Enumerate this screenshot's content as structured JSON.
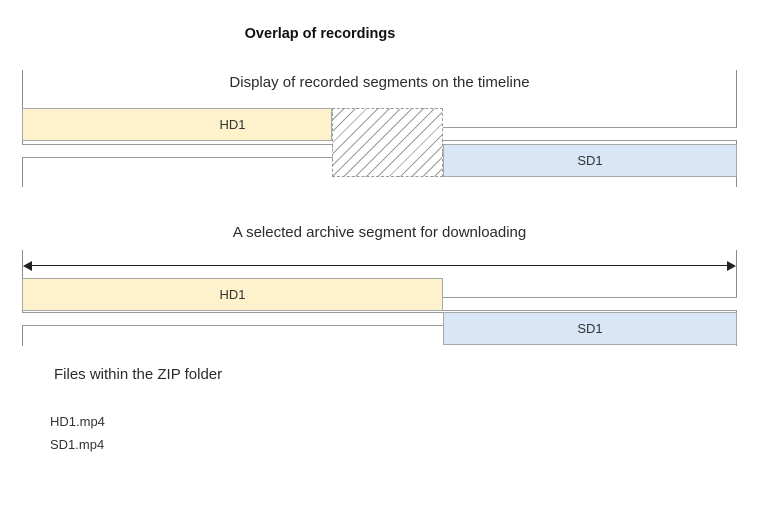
{
  "title": "Overlap of recordings",
  "timeline_recorded": {
    "subtitle": "Display of recorded segments on the timeline",
    "hd_label": "HD1",
    "sd_label": "SD1"
  },
  "timeline_selected": {
    "subtitle": "A selected archive segment for downloading",
    "hd_label": "HD1",
    "sd_label": "SD1"
  },
  "files": {
    "heading": "Files within the ZIP folder",
    "items": [
      "HD1.mp4",
      "SD1.mp4"
    ]
  },
  "colors": {
    "hd_fill": "#fdf2cc",
    "hd_border": "#a8a8a8",
    "sd_fill": "#d8e6f6",
    "sd_border": "#a8a8a8",
    "track_line": "#9a9a9a",
    "hatch_line": "#9a9a9a",
    "arrow": "#222222",
    "tick": "#8a8a8a"
  }
}
